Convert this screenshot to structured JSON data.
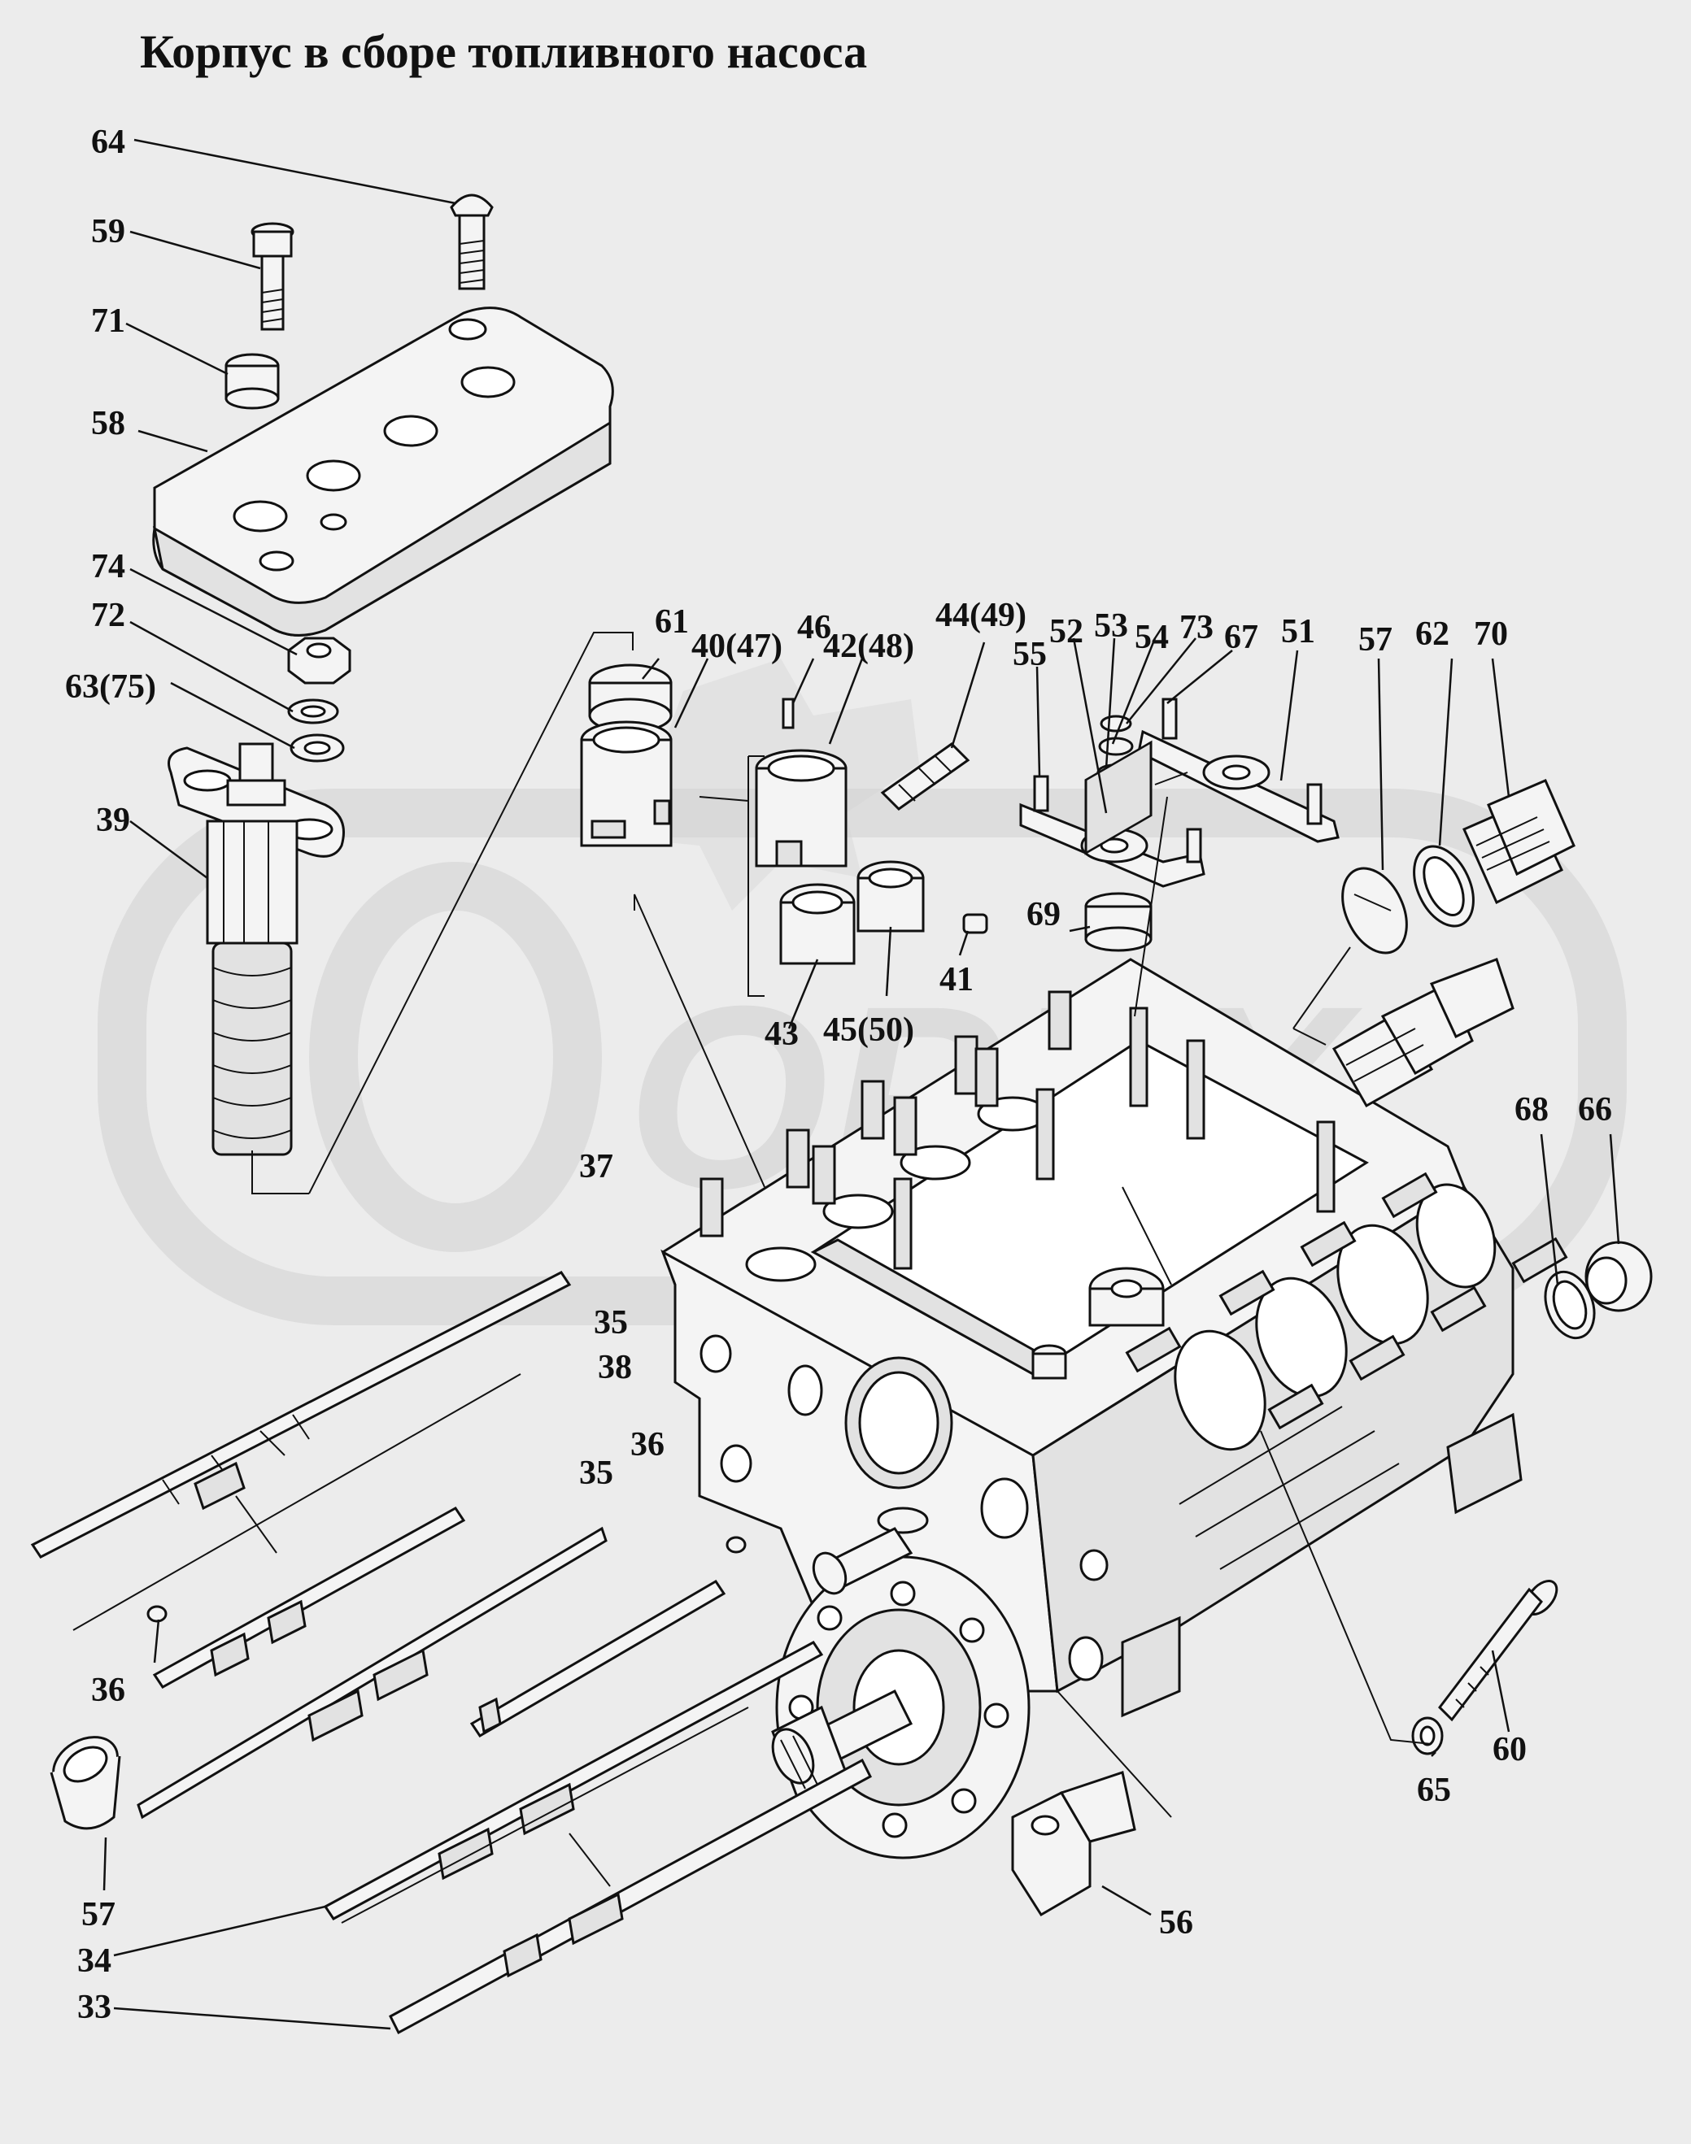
{
  "title": "Корпус в сборе топливного насоса",
  "watermark": "ОРЕХ",
  "callouts": [
    {
      "id": "c64",
      "text": "64"
    },
    {
      "id": "c59",
      "text": "59"
    },
    {
      "id": "c71",
      "text": "71"
    },
    {
      "id": "c58",
      "text": "58"
    },
    {
      "id": "c74",
      "text": "74"
    },
    {
      "id": "c72",
      "text": "72"
    },
    {
      "id": "c63",
      "text": "63(75)"
    },
    {
      "id": "c39",
      "text": "39"
    },
    {
      "id": "c61",
      "text": "61"
    },
    {
      "id": "c40",
      "text": "40(47)"
    },
    {
      "id": "c46",
      "text": "46"
    },
    {
      "id": "c42",
      "text": "42(48)"
    },
    {
      "id": "c44",
      "text": "44(49)"
    },
    {
      "id": "c55",
      "text": "55"
    },
    {
      "id": "c52",
      "text": "52"
    },
    {
      "id": "c53",
      "text": "53"
    },
    {
      "id": "c54",
      "text": "54"
    },
    {
      "id": "c73",
      "text": "73"
    },
    {
      "id": "c67",
      "text": "67"
    },
    {
      "id": "c51",
      "text": "51"
    },
    {
      "id": "c57a",
      "text": "57"
    },
    {
      "id": "c62",
      "text": "62"
    },
    {
      "id": "c70",
      "text": "70"
    },
    {
      "id": "c69",
      "text": "69"
    },
    {
      "id": "c41",
      "text": "41"
    },
    {
      "id": "c43",
      "text": "43"
    },
    {
      "id": "c45",
      "text": "45(50)"
    },
    {
      "id": "c37",
      "text": "37"
    },
    {
      "id": "c68",
      "text": "68"
    },
    {
      "id": "c66",
      "text": "66"
    },
    {
      "id": "c35a",
      "text": "35"
    },
    {
      "id": "c38",
      "text": "38"
    },
    {
      "id": "c36a",
      "text": "36"
    },
    {
      "id": "c35b",
      "text": "35"
    },
    {
      "id": "c36b",
      "text": "36"
    },
    {
      "id": "c57b",
      "text": "57"
    },
    {
      "id": "c34",
      "text": "34"
    },
    {
      "id": "c33",
      "text": "33"
    },
    {
      "id": "c65",
      "text": "65"
    },
    {
      "id": "c60",
      "text": "60"
    },
    {
      "id": "c56",
      "text": "56"
    }
  ]
}
